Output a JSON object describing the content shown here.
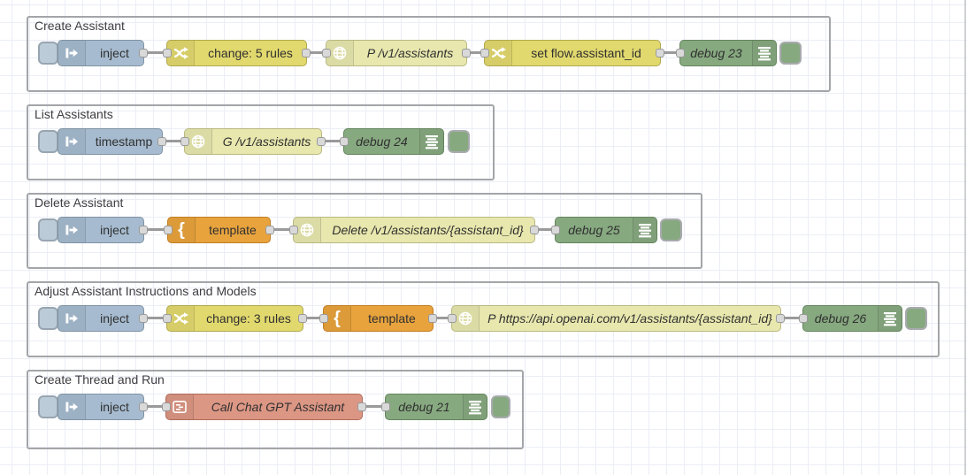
{
  "palette": {
    "inject": "#a6bbcf",
    "change": "#e2d96e",
    "http_request": "#e7e7ae",
    "template": "#e8a33d",
    "debug": "#87a980",
    "subflow": "#dc9684",
    "port_fill": "#d9d9d9",
    "wire": "#9a9a9a",
    "group_border": "#a4a5a9"
  },
  "groups": [
    {
      "label": "Create Assistant",
      "nodes": [
        {
          "type": "inject",
          "label": "inject"
        },
        {
          "type": "change",
          "label": "change: 5 rules"
        },
        {
          "type": "http_request",
          "label": "P /v1/assistants"
        },
        {
          "type": "change",
          "label": "set flow.assistant_id"
        },
        {
          "type": "debug",
          "label": "debug 23"
        }
      ]
    },
    {
      "label": "List Assistants",
      "nodes": [
        {
          "type": "inject",
          "label": "timestamp"
        },
        {
          "type": "http_request",
          "label": "G /v1/assistants"
        },
        {
          "type": "debug",
          "label": "debug 24"
        }
      ]
    },
    {
      "label": "Delete Assistant",
      "nodes": [
        {
          "type": "inject",
          "label": "inject"
        },
        {
          "type": "template",
          "label": "template"
        },
        {
          "type": "http_request",
          "label": "Delete /v1/assistants/{assistant_id}"
        },
        {
          "type": "debug",
          "label": "debug 25"
        }
      ]
    },
    {
      "label": "Adjust Assistant Instructions and Models",
      "nodes": [
        {
          "type": "inject",
          "label": "inject"
        },
        {
          "type": "change",
          "label": "change: 3 rules"
        },
        {
          "type": "template",
          "label": "template"
        },
        {
          "type": "http_request",
          "label": "P https://api.openai.com/v1/assistants/{assistant_id}"
        },
        {
          "type": "debug",
          "label": "debug 26"
        }
      ]
    },
    {
      "label": "Create Thread and Run",
      "nodes": [
        {
          "type": "inject",
          "label": "inject"
        },
        {
          "type": "subflow",
          "label": "Call Chat GPT Assistant"
        },
        {
          "type": "debug",
          "label": "debug 21"
        }
      ]
    }
  ]
}
